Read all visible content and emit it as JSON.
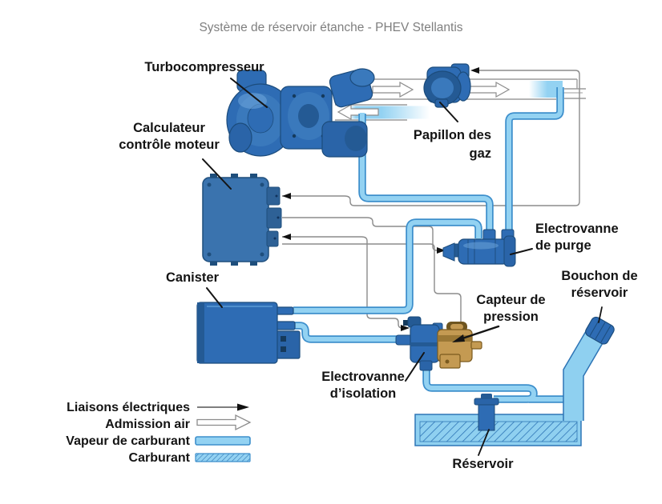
{
  "title": "Système de réservoir étanche - PHEV Stellantis",
  "labels": {
    "turbo": "Turbocompresseur",
    "ecu": "Calculateur\ncontrôle moteur",
    "throttle": "Papillon des\ngaz",
    "purge_valve": "Electrovanne\nde purge",
    "canister": "Canister",
    "pressure_sensor": "Capteur de\npression",
    "fuel_cap": "Bouchon de\nréservoir",
    "isolation_valve": "Electrovanne\nd’isolation",
    "tank": "Réservoir"
  },
  "legend": {
    "items": [
      {
        "id": "electrical-links",
        "label": "Liaisons électriques",
        "symbol": "thin-black-arrow"
      },
      {
        "id": "air-intake",
        "label": "Admission air",
        "symbol": "outline-arrow"
      },
      {
        "id": "fuel-vapor",
        "label": "Vapeur de carburant",
        "symbol": "solid-blue-line",
        "color": "#93D2F2"
      },
      {
        "id": "fuel",
        "label": "Carburant",
        "symbol": "hatched-blue-line",
        "color": "#93D2F2"
      }
    ]
  },
  "colors": {
    "vapor_fill": "#93D2F2",
    "vapor_border": "#3D8FCC",
    "component_blue": "#2E6CB4",
    "component_dark": "#1C4C7C",
    "sensor_tan": "#C49A52",
    "electrical_line": "#8C8C8C",
    "hatch_blue": "#2E75B6",
    "title_gray": "#7F7F7F"
  }
}
